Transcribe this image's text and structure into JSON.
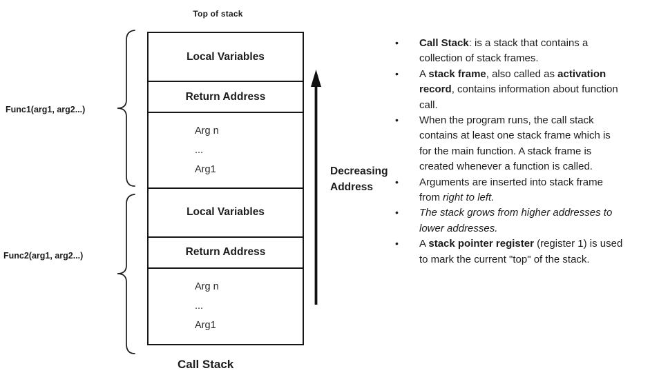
{
  "diagram": {
    "top_label": "Top of stack",
    "caption": "Call Stack",
    "arrow_label": [
      "Decreasing",
      "Address"
    ],
    "arrow_direction": "up",
    "frames": [
      {
        "function_label": "Func1(arg1, arg2...)",
        "rows": [
          {
            "type": "label",
            "text": "Local Variables"
          },
          {
            "type": "label",
            "text": "Return Address"
          },
          {
            "type": "args",
            "lines": [
              "Arg n",
              "...",
              "Arg1"
            ]
          }
        ]
      },
      {
        "function_label": "Func2(arg1, arg2...)",
        "rows": [
          {
            "type": "label",
            "text": "Local Variables"
          },
          {
            "type": "label",
            "text": "Return Address"
          },
          {
            "type": "args",
            "lines": [
              "Arg n",
              "...",
              "Arg1"
            ]
          }
        ]
      }
    ]
  },
  "notes": {
    "bullets": [
      {
        "segments": [
          {
            "text": "Call Stack",
            "bold": true
          },
          {
            "text": ": is a stack that contains a collection of stack frames."
          }
        ]
      },
      {
        "segments": [
          {
            "text": "A "
          },
          {
            "text": "stack frame",
            "bold": true
          },
          {
            "text": ", also called as "
          },
          {
            "text": "activation record",
            "bold": true
          },
          {
            "text": ", contains information about function call."
          }
        ]
      },
      {
        "segments": [
          {
            "text": "When the program runs, the call stack contains at least one stack frame which is for the main function. A stack frame is created whenever a function is called."
          }
        ]
      },
      {
        "segments": [
          {
            "text": "Arguments are inserted into stack frame from "
          },
          {
            "text": "right to left.",
            "italic": true
          }
        ]
      },
      {
        "segments": [
          {
            "text": "The stack grows from higher addresses to lower addresses.",
            "italic": true
          }
        ]
      },
      {
        "segments": [
          {
            "text": "A "
          },
          {
            "text": "stack pointer register",
            "bold": true
          },
          {
            "text": " (register 1) is used to mark the current \"top\" of the stack."
          }
        ]
      }
    ]
  },
  "colors": {
    "text": "#1c1c1c",
    "line": "#161616",
    "background": "#ffffff"
  }
}
